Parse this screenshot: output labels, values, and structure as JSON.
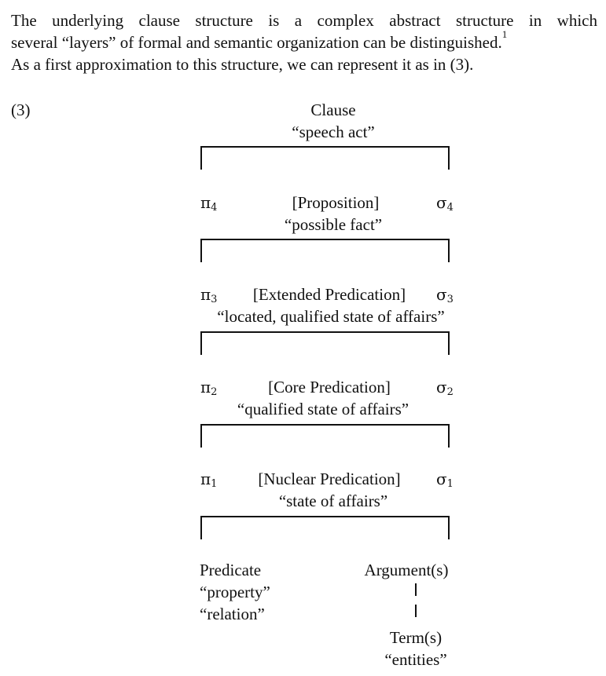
{
  "paragraph": {
    "line1": "The underlying clause structure is a complex abstract structure in which",
    "line2": "several “layers” of formal and semantic organization can be distinguished.",
    "footnote_marker": "1",
    "line3": "As a first approximation to this structure, we can represent it as in (3)."
  },
  "example_number": "(3)",
  "diagram": {
    "clause": {
      "label": "Clause",
      "gloss": "“speech act”"
    },
    "layers": [
      {
        "pi": "π",
        "pi_sub": "4",
        "label": "[Proposition]",
        "sigma": "σ",
        "sigma_sub": "4",
        "gloss": "“possible fact”"
      },
      {
        "pi": "π",
        "pi_sub": "3",
        "label": "[Extended Predication]",
        "sigma": "σ",
        "sigma_sub": "3",
        "gloss": "“located, qualified state of affairs”"
      },
      {
        "pi": "π",
        "pi_sub": "2",
        "label": "[Core Predication]",
        "sigma": "σ",
        "sigma_sub": "2",
        "gloss": "“qualified state of affairs”"
      },
      {
        "pi": "π",
        "pi_sub": "1",
        "label": "[Nuclear Predication]",
        "sigma": "σ",
        "sigma_sub": "1",
        "gloss": "“state of affairs”"
      }
    ],
    "predicate": {
      "label": "Predicate",
      "gloss1": "“property”",
      "gloss2": "“relation”"
    },
    "arguments": {
      "label": "Argument(s)"
    },
    "terms": {
      "label": "Term(s)",
      "gloss": "“entities”"
    }
  }
}
